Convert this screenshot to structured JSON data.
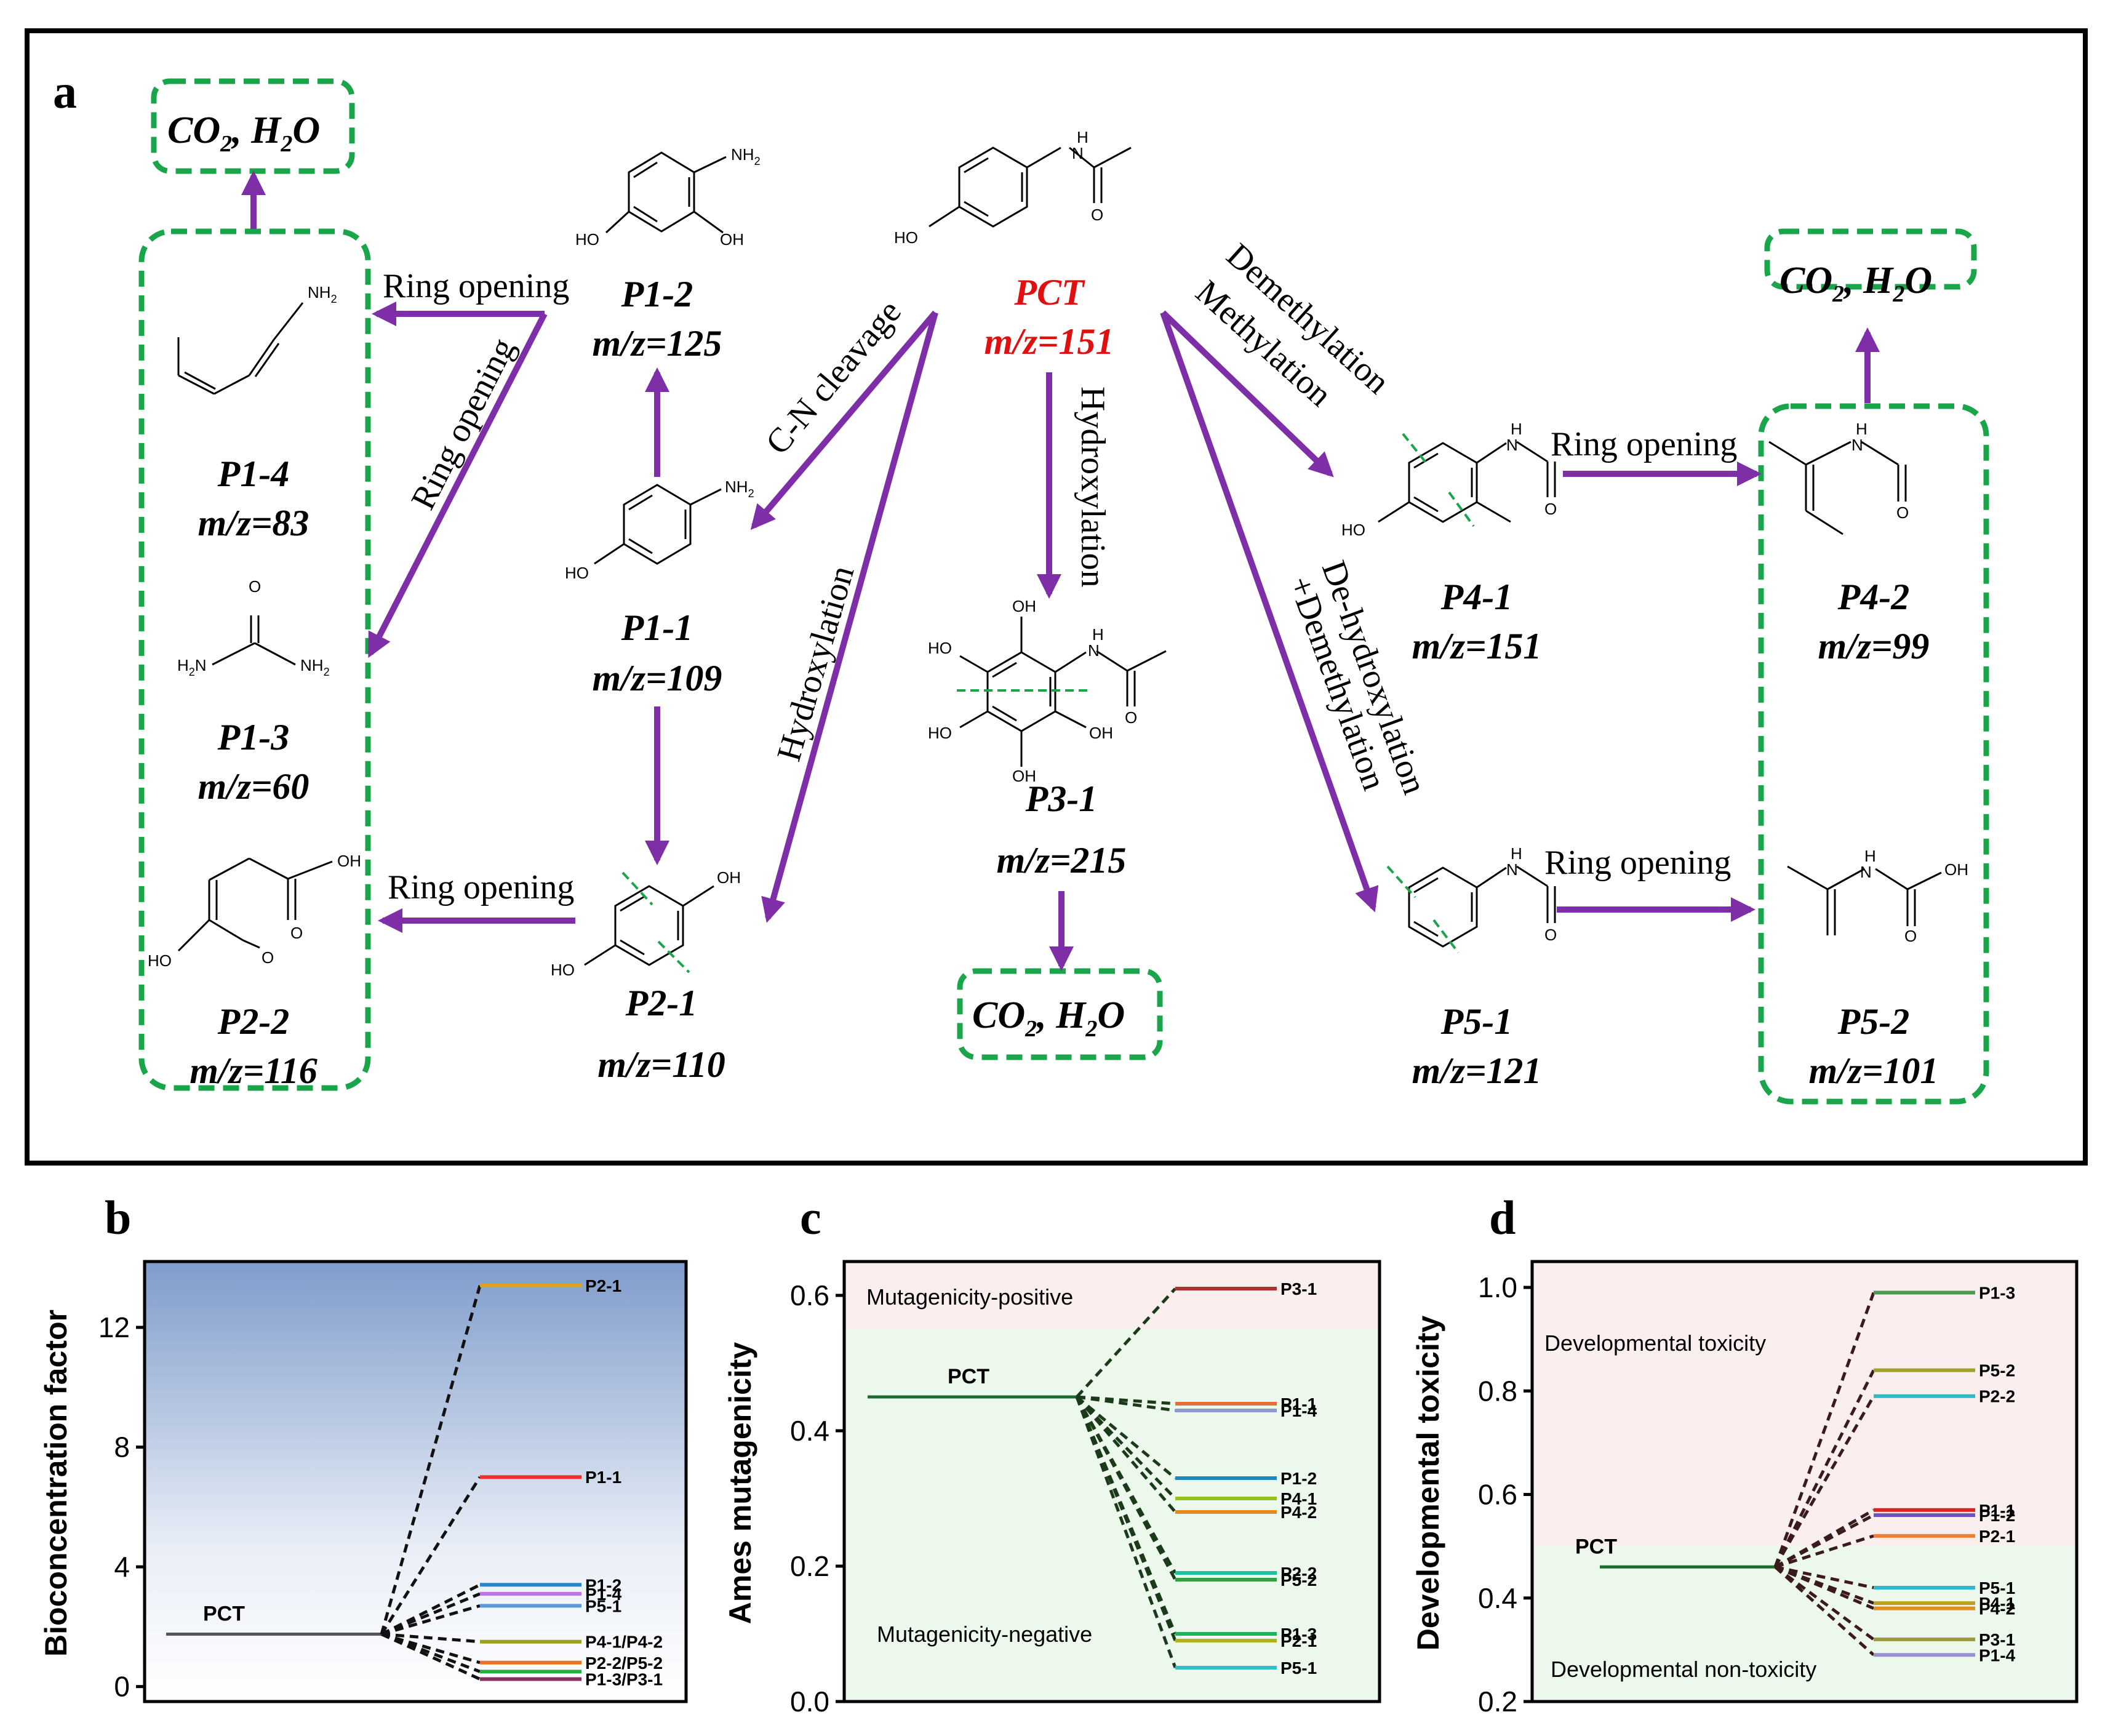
{
  "panel_letters": {
    "a": "a",
    "b": "b",
    "c": "c",
    "d": "d"
  },
  "product": "CO",
  "product_tail": ", H",
  "product_end": "O",
  "sub2": "2",
  "parent": {
    "name": "PCT",
    "mz": "m/z=151"
  },
  "compounds": {
    "p1_1": {
      "name": "P1-1",
      "mz": "m/z=109"
    },
    "p1_2": {
      "name": "P1-2",
      "mz": "m/z=125"
    },
    "p1_3": {
      "name": "P1-3",
      "mz": "m/z=60"
    },
    "p1_4": {
      "name": "P1-4",
      "mz": "m/z=83"
    },
    "p2_1": {
      "name": "P2-1",
      "mz": "m/z=110"
    },
    "p2_2": {
      "name": "P2-2",
      "mz": "m/z=116"
    },
    "p3_1": {
      "name": "P3-1",
      "mz": "m/z=215"
    },
    "p4_1": {
      "name": "P4-1",
      "mz": "m/z=151"
    },
    "p4_2": {
      "name": "P4-2",
      "mz": "m/z=99"
    },
    "p5_1": {
      "name": "P5-1",
      "mz": "m/z=121"
    },
    "p5_2": {
      "name": "P5-2",
      "mz": "m/z=101"
    }
  },
  "atoms": {
    "ho": "HO",
    "oh": "OH",
    "nh2": "NH",
    "nh2_left": "H",
    "nh2_left_n": "N",
    "n": "N",
    "h": "H",
    "o": "O"
  },
  "reactions": {
    "ring_opening": "Ring opening",
    "cn_cleavage": "C-N cleavage",
    "hydroxylation": "Hydroxylation",
    "demethylation": "Demethylation",
    "methylation": "Methylation",
    "dehydroxylation": "De-hydroxylation",
    "plus_demethylation": "+Demethylation"
  },
  "colors": {
    "arrow": "#7e2fa8",
    "green_box": "#1aa54a",
    "parent_label": "#e01010"
  },
  "chart_data": [
    {
      "type": "line",
      "panel": "b",
      "ylabel": "Bioconcentration factor",
      "ylim": [
        -0.5,
        14.2
      ],
      "yticks": [
        0,
        4,
        8,
        12
      ],
      "grid": false,
      "background": "gradient blue-to-white",
      "parent": {
        "name": "PCT",
        "value": 1.75,
        "color": "#555555"
      },
      "levels": [
        {
          "name": "P2-1",
          "value": 13.4,
          "color": "#e0a020"
        },
        {
          "name": "P1-1",
          "value": 7.0,
          "color": "#f03030"
        },
        {
          "name": "P1-2",
          "value": 3.4,
          "color": "#1e88d0"
        },
        {
          "name": "P1-4",
          "value": 3.1,
          "color": "#c070e8"
        },
        {
          "name": "P5-1",
          "value": 2.7,
          "color": "#5a9ad8"
        },
        {
          "name": "P4-1/P4-2",
          "value": 1.5,
          "color": "#a0a020"
        },
        {
          "name": "P2-2/P5-2",
          "value": 0.8,
          "color": "#f07020"
        },
        {
          "name": "",
          "value": 0.5,
          "color": "#20b040"
        },
        {
          "name": "P1-3/P3-1",
          "value": 0.25,
          "color": "#8a3060"
        }
      ]
    },
    {
      "type": "line",
      "panel": "c",
      "ylabel": "Ames mutagenicity",
      "ylim": [
        0.0,
        0.65
      ],
      "yticks": [
        0.0,
        0.2,
        0.4,
        0.6
      ],
      "grid": false,
      "threshold": 0.55,
      "zones": {
        "upper": "Mutagenicity-positive",
        "lower": "Mutagenicity-negative"
      },
      "parent": {
        "name": "PCT",
        "value": 0.45,
        "color": "#1e6b30"
      },
      "levels": [
        {
          "name": "P3-1",
          "value": 0.61,
          "color": "#b03030"
        },
        {
          "name": "P1-1",
          "value": 0.44,
          "color": "#e0703a"
        },
        {
          "name": "P1-4",
          "value": 0.43,
          "color": "#8a9acc"
        },
        {
          "name": "P1-2",
          "value": 0.33,
          "color": "#1e88c0"
        },
        {
          "name": "P4-1",
          "value": 0.3,
          "color": "#98c020"
        },
        {
          "name": "P4-2",
          "value": 0.28,
          "color": "#e08a20"
        },
        {
          "name": "P2-2",
          "value": 0.19,
          "color": "#20c0a0"
        },
        {
          "name": "P5-2",
          "value": 0.18,
          "color": "#30a040"
        },
        {
          "name": "P1-3",
          "value": 0.1,
          "color": "#20b060"
        },
        {
          "name": "P2-1",
          "value": 0.09,
          "color": "#b0b020"
        },
        {
          "name": "P5-1",
          "value": 0.05,
          "color": "#30c0c8"
        }
      ]
    },
    {
      "type": "line",
      "panel": "d",
      "ylabel": "Developmental toxicity",
      "ylim": [
        0.2,
        1.05
      ],
      "yticks": [
        0.2,
        0.4,
        0.6,
        0.8,
        1.0
      ],
      "grid": false,
      "threshold": 0.5,
      "zones": {
        "upper": "Developmental toxicity",
        "lower": "Developmental non-toxicity"
      },
      "parent": {
        "name": "PCT",
        "value": 0.46,
        "color": "#1e6b30"
      },
      "levels": [
        {
          "name": "P1-3",
          "value": 0.99,
          "color": "#4a9a50"
        },
        {
          "name": "P5-2",
          "value": 0.84,
          "color": "#a0a030"
        },
        {
          "name": "P2-2",
          "value": 0.79,
          "color": "#30b8c8"
        },
        {
          "name": "P1-1",
          "value": 0.57,
          "color": "#e02020"
        },
        {
          "name": "P1-2",
          "value": 0.56,
          "color": "#7050c0"
        },
        {
          "name": "P2-1",
          "value": 0.52,
          "color": "#f08030"
        },
        {
          "name": "P5-1",
          "value": 0.42,
          "color": "#30b8d0"
        },
        {
          "name": "P4-1",
          "value": 0.39,
          "color": "#c0a020"
        },
        {
          "name": "P4-2",
          "value": 0.38,
          "color": "#e09020"
        },
        {
          "name": "P3-1",
          "value": 0.32,
          "color": "#9a9a40"
        },
        {
          "name": "P1-4",
          "value": 0.29,
          "color": "#9890d0"
        }
      ]
    }
  ]
}
